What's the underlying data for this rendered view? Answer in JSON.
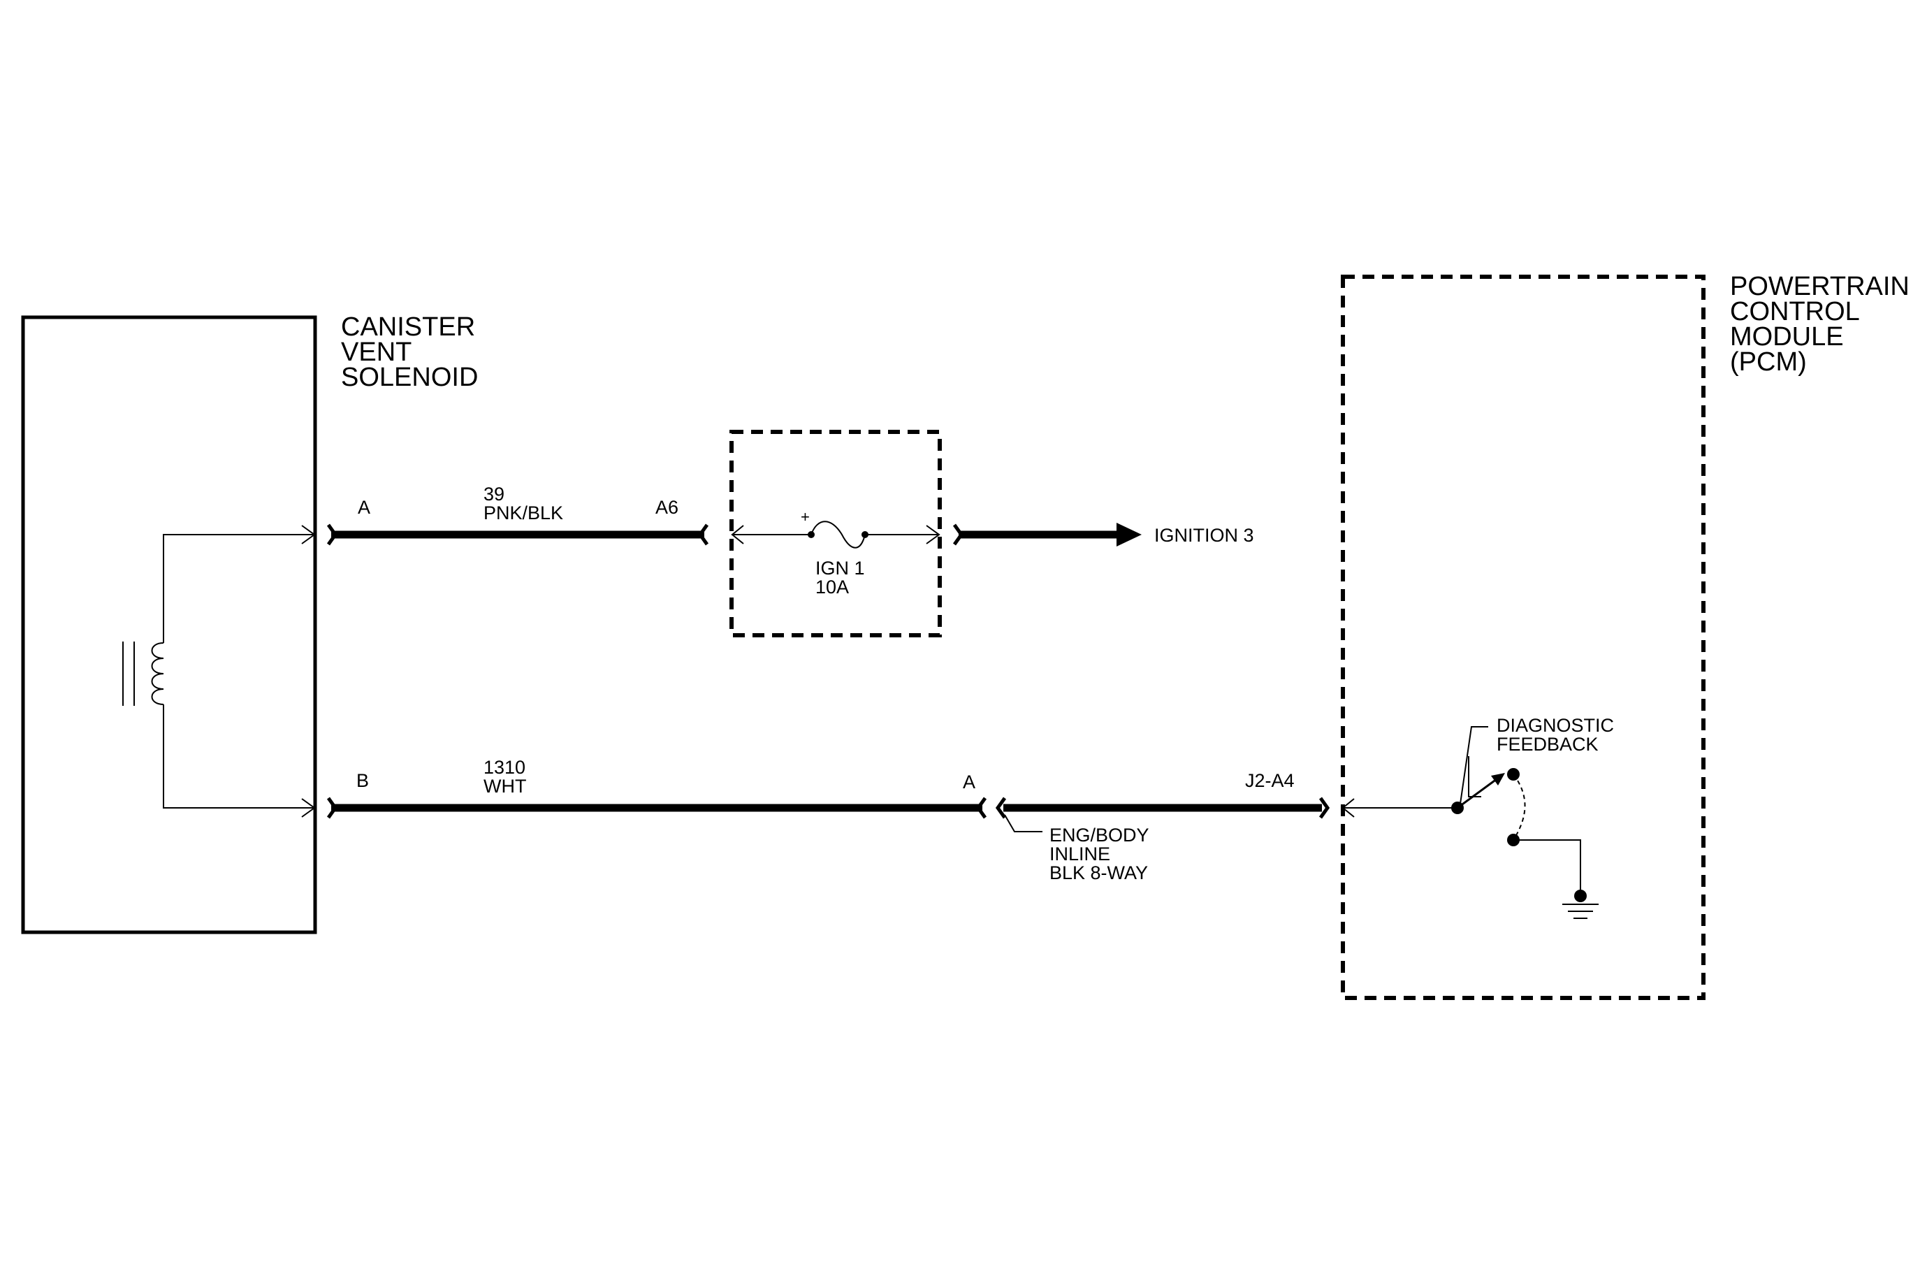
{
  "solenoid": {
    "name_lines": [
      "CANISTER",
      "VENT",
      "SOLENOID"
    ]
  },
  "pcm": {
    "name_lines": [
      "POWERTRAIN",
      "CONTROL",
      "MODULE",
      "(PCM)"
    ]
  },
  "wire_top": {
    "start_terminal": "A",
    "circuit_number": "39",
    "color": "PNK/BLK",
    "end_terminal": "A6"
  },
  "fuse": {
    "polarity_mark": "+",
    "name": "IGN 1",
    "rating": "10A"
  },
  "ignition": {
    "label": "IGNITION 3"
  },
  "wire_bottom": {
    "start_terminal": "B",
    "circuit_number": "1310",
    "color": "WHT",
    "inline_terminal": "A",
    "pcm_terminal": "J2-A4"
  },
  "connector": {
    "label_lines": [
      "ENG/BODY",
      "INLINE",
      "BLK 8-WAY"
    ]
  },
  "diagnostic": {
    "label_lines": [
      "DIAGNOSTIC",
      "FEEDBACK"
    ]
  }
}
